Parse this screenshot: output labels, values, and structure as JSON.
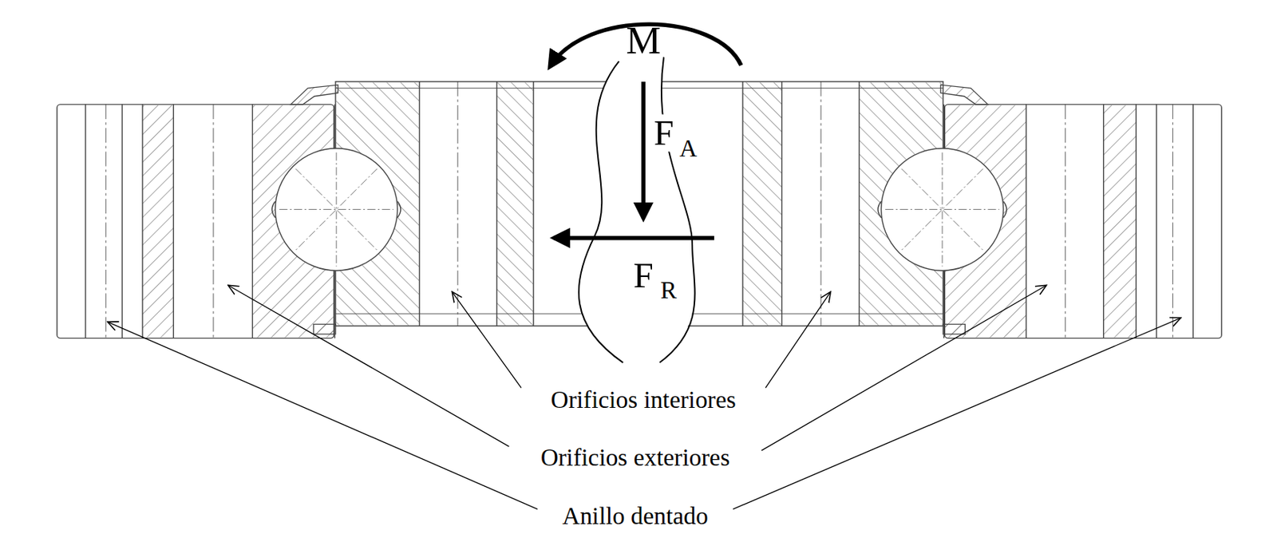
{
  "diagram": {
    "labels": [
      "M",
      "F",
      "A",
      "F",
      "R",
      "Orificios interiores",
      "Orificios exteriores",
      "Anillo dentado"
    ]
  }
}
